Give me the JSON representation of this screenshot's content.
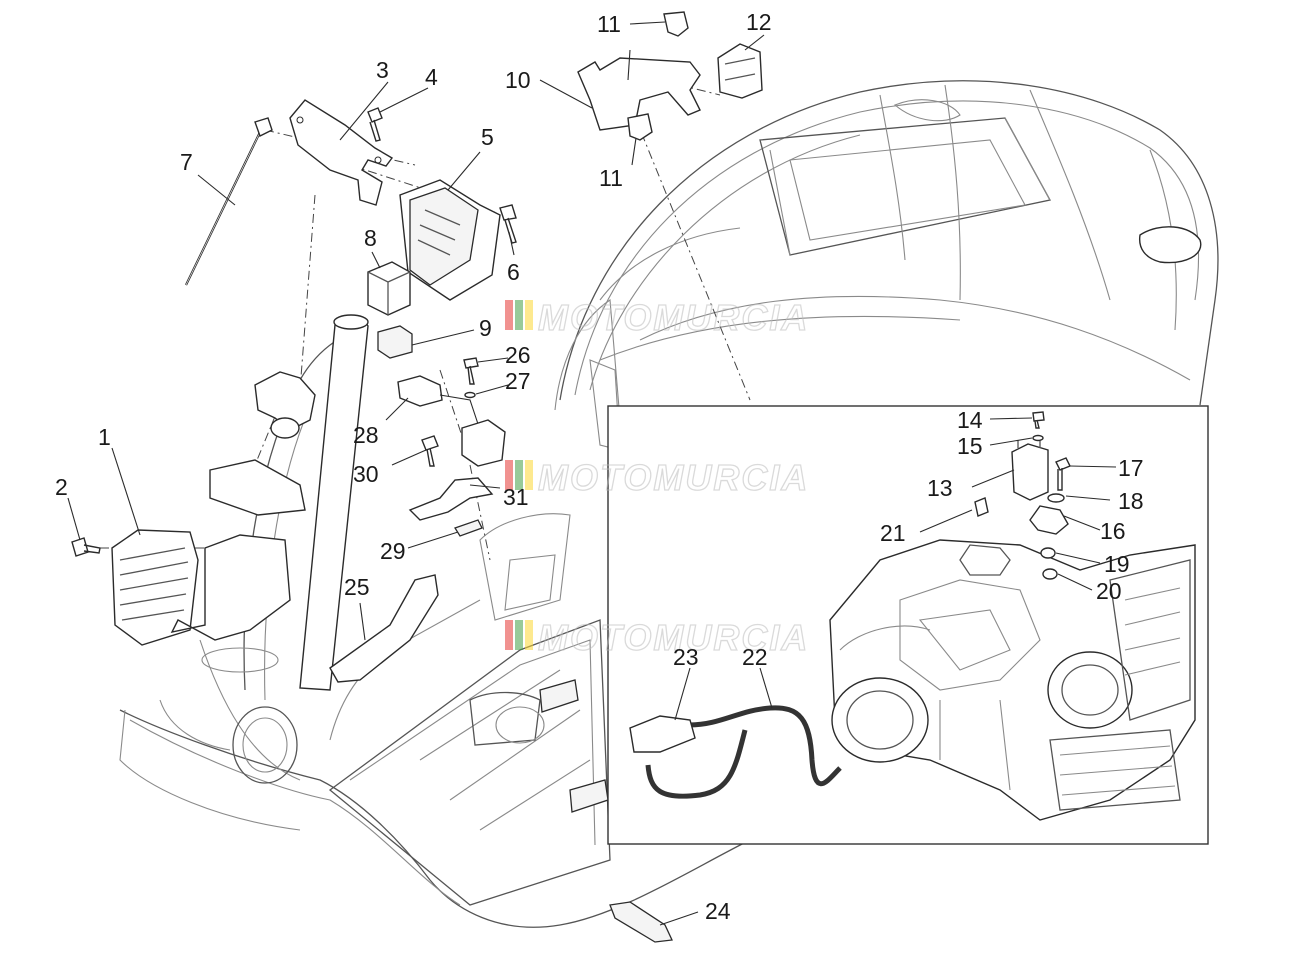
{
  "callouts": {
    "c1": "1",
    "c2": "2",
    "c3": "3",
    "c4": "4",
    "c5": "5",
    "c6": "6",
    "c7": "7",
    "c8": "8",
    "c9": "9",
    "c10": "10",
    "c11a": "11",
    "c11b": "11",
    "c12": "12",
    "c13": "13",
    "c14": "14",
    "c15": "15",
    "c16": "16",
    "c17": "17",
    "c18": "18",
    "c19": "19",
    "c20": "20",
    "c21": "21",
    "c22": "22",
    "c23": "23",
    "c24": "24",
    "c25": "25",
    "c26": "26",
    "c27": "27",
    "c28": "28",
    "c29": "29",
    "c30": "30",
    "c31": "31"
  },
  "watermark": {
    "brand": "MOTOMURCIA",
    "colors": [
      "#e53935",
      "#43a047",
      "#fdd835"
    ]
  }
}
